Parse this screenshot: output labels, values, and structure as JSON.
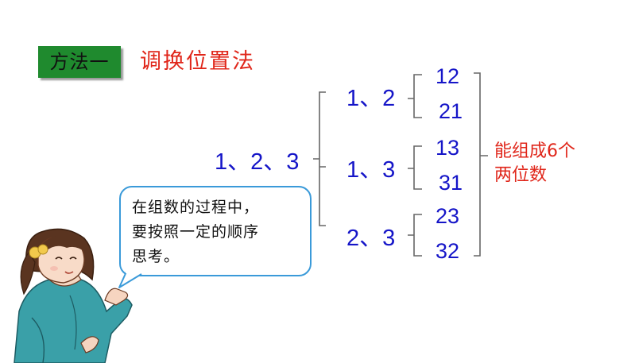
{
  "method": {
    "badge": "方法一",
    "name": "调换位置法"
  },
  "source_numbers": "1、2、3",
  "pairs": [
    {
      "label": "1、2",
      "numbers": [
        "12",
        "21"
      ]
    },
    {
      "label": "1、3",
      "numbers": [
        "13",
        "31"
      ]
    },
    {
      "label": "2、3",
      "numbers": [
        "23",
        "32"
      ]
    }
  ],
  "result": {
    "line1": "能组成6个",
    "line2": "两位数"
  },
  "speech_bubble": {
    "line1": "在组数的过程中，",
    "line2": "要按照一定的顺序",
    "line3": "思考。"
  },
  "colors": {
    "badge_green": "#1f8a2e",
    "title_red": "#e0261a",
    "number_blue": "#1515c8",
    "bracket_gray": "#666666",
    "bubble_border": "#3a9ad9"
  },
  "illustration": "girl-in-teal-sweater-pointing"
}
